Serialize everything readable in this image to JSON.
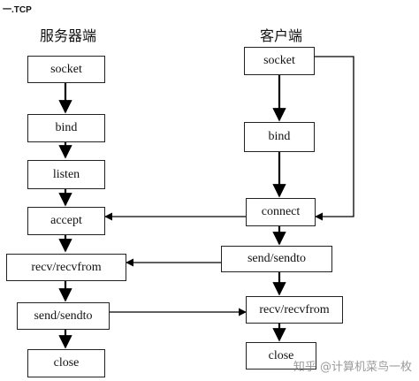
{
  "header": {
    "title": "一.TCP"
  },
  "columns": {
    "server_label": "服务器端",
    "client_label": "客户端"
  },
  "server": {
    "socket": "socket",
    "bind": "bind",
    "listen": "listen",
    "accept": "accept",
    "recv": "recv/recvfrom",
    "send": "send/sendto",
    "close": "close"
  },
  "client": {
    "socket": "socket",
    "bind": "bind",
    "connect": "connect",
    "send": "send/sendto",
    "recv": "recv/recvfrom",
    "close": "close"
  },
  "watermark": "知乎 @计算机菜鸟一枚",
  "colors": {
    "line": "#000000",
    "border": "#222222"
  }
}
